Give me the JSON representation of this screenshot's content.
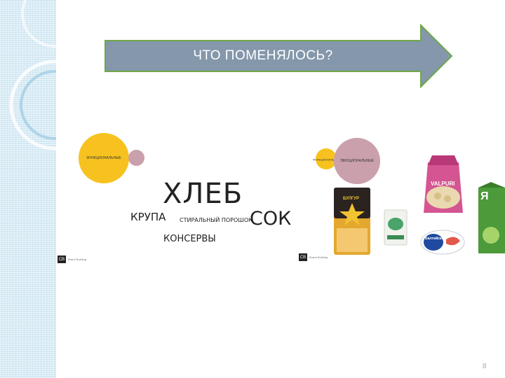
{
  "slide": {
    "title": "ЧТО ПОМЕНЯЛОСЬ?",
    "page_number": "8"
  },
  "left_panel": {
    "big_circle_label": "ФУНКЦИОНАЛЬНЫЕ",
    "small_circle_label": "",
    "words": {
      "bread": "ХЛЕБ",
      "grain": "КРУПА",
      "powder": "СТИРАЛЬНЫЙ ПОРОШОК",
      "juice": "СОК",
      "canned": "КОНСЕРВЫ"
    },
    "brand_mark": "CB",
    "brand_text": "Brand Building"
  },
  "right_panel": {
    "small_circle_label": "ФУНКЦИОНАЛЬНЫЕ",
    "big_circle_label": "ЭМОЦИОНАЛЬНЫЕ",
    "brand_mark": "CB",
    "brand_text": "Brand Building",
    "products": {
      "bulgur_label": "БУЛГУР",
      "valpuri_label": "VALPURI",
      "juice_label": "Я",
      "fish_label": "Балтийская"
    }
  },
  "colors": {
    "arrow_fill": "#8497ab",
    "arrow_stroke": "#6fa84a",
    "yellow_circle": "#f7c21f",
    "mauve_circle": "#c9a0ab",
    "side_stripe": "#cfe6f2"
  }
}
